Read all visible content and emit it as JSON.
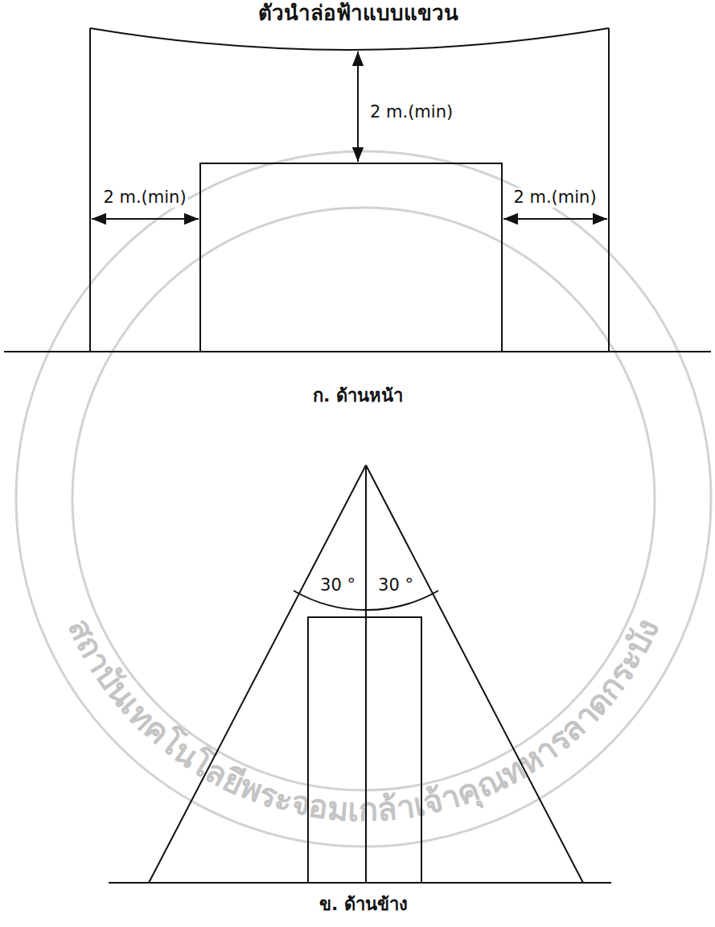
{
  "diagram": {
    "title": "ตัวนำล่อฟ้าแบบแขวน",
    "labels": [
      "2 m.(min)",
      "2 m.(min)",
      "2 m.(min)",
      "ก. ด้านหน้า",
      "30 °",
      "30 °",
      "ข. ด้านข้าง",
      "สถาบันเทคโนโลยีพระจอมเกล้าเจ้าคุณทหารลาดกระบัง"
    ]
  }
}
